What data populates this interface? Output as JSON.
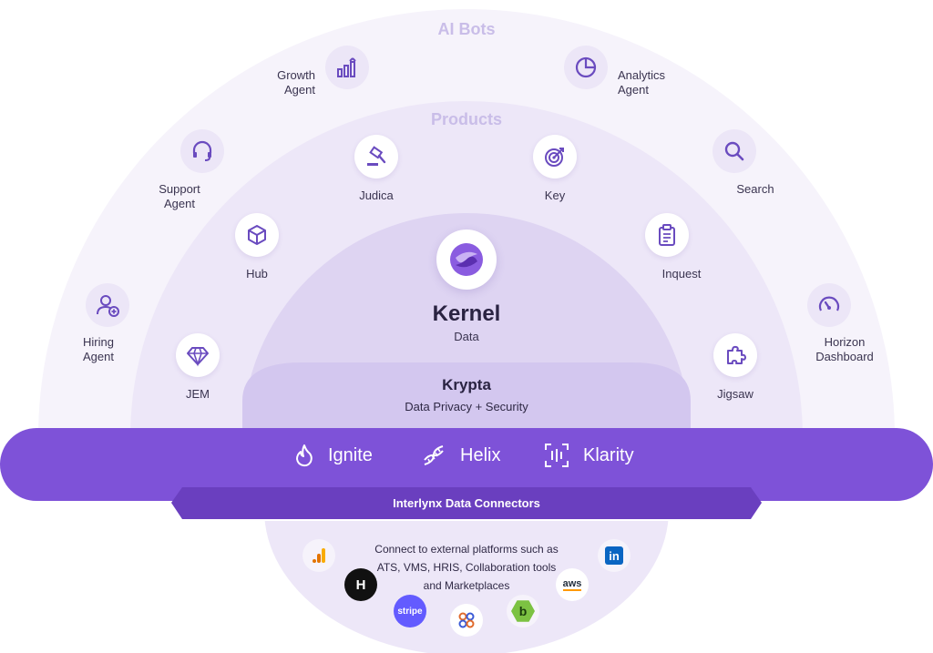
{
  "rings": {
    "outer_title": "AI Bots",
    "middle_title": "Products"
  },
  "ai_bots": [
    {
      "label": "Growth\nAgent",
      "icon": "bar-chart-icon"
    },
    {
      "label": "Analytics\nAgent",
      "icon": "pie-chart-icon"
    },
    {
      "label": "Support\nAgent",
      "icon": "headset-icon"
    },
    {
      "label": "Search",
      "icon": "search-icon"
    },
    {
      "label": "Hiring\nAgent",
      "icon": "user-add-icon"
    },
    {
      "label": "Horizon\nDashboard",
      "icon": "gauge-icon"
    }
  ],
  "products": [
    {
      "label": "Judica",
      "icon": "gavel-icon"
    },
    {
      "label": "Key",
      "icon": "target-icon"
    },
    {
      "label": "Hub",
      "icon": "cube-icon"
    },
    {
      "label": "Inquest",
      "icon": "clipboard-icon"
    },
    {
      "label": "JEM",
      "icon": "diamond-icon"
    },
    {
      "label": "Jigsaw",
      "icon": "puzzle-icon"
    }
  ],
  "kernel": {
    "title": "Kernel",
    "subtitle": "Data",
    "icon": "kernel-logo-icon"
  },
  "krypta": {
    "title": "Krypta",
    "subtitle": "Data Privacy + Security"
  },
  "platform_bar": [
    {
      "label": "Ignite",
      "icon": "flame-icon"
    },
    {
      "label": "Helix",
      "icon": "dna-icon"
    },
    {
      "label": "Klarity",
      "icon": "scan-icon"
    }
  ],
  "connectors": {
    "title": "Interlynx Data Connectors",
    "description": "Connect to external platforms such as\nATS, VMS, HRIS, Collaboration tools\nand Marketplaces"
  },
  "external_logos": [
    {
      "name": "analytics-logo",
      "text": ""
    },
    {
      "name": "hubspot-h-logo",
      "text": "H"
    },
    {
      "name": "stripe-logo",
      "text": "stripe"
    },
    {
      "name": "people-logo",
      "text": ""
    },
    {
      "name": "bullhorn-logo",
      "text": "b"
    },
    {
      "name": "aws-logo",
      "text": "aws"
    },
    {
      "name": "linkedin-logo",
      "text": "in"
    }
  ],
  "colors": {
    "accent": "#7b4fd6",
    "bar": "#7e52d8",
    "connector_bar": "#6a3fbf",
    "outer_ring": "#f5f2fb",
    "middle_ring": "#ece6f7",
    "inner_ring": "#ddd3f1",
    "krypta": "#d2c6ee",
    "icon_stroke": "#6a4bbf"
  }
}
